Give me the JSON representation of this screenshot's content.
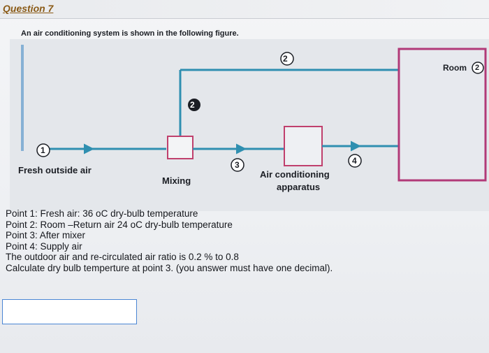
{
  "question": {
    "title": "Question 7",
    "intro": "An air conditioning system is shown in the following figure."
  },
  "figure": {
    "room_label": "Room",
    "room_number": "2",
    "return_point_top": "2",
    "return_point_side": "2",
    "point1_number": "1",
    "point3_number": "3",
    "point4_number": "4",
    "fresh_air_label": "Fresh outside air",
    "mixing_label": "Mixing",
    "ac_label_line1": "Air conditioning",
    "ac_label_line2": "apparatus",
    "colors": {
      "pipe": "#2f8fb0",
      "room_border": "#b23a78",
      "ac_border": "#c0406d",
      "background": "#e6e8ec"
    }
  },
  "text_lines": [
    "Point 1: Fresh air: 36 oC dry-bulb temperature",
    "Point 2: Room –Return air 24 oC dry-bulb temperature",
    "Point 3: After mixer",
    "Point 4: Supply air",
    "The outdoor air and re-circulated air ratio is 0.2 % to 0.8",
    "Calculate dry bulb temperture at point 3. (you answer must have one decimal)."
  ],
  "answer": {
    "value": ""
  }
}
